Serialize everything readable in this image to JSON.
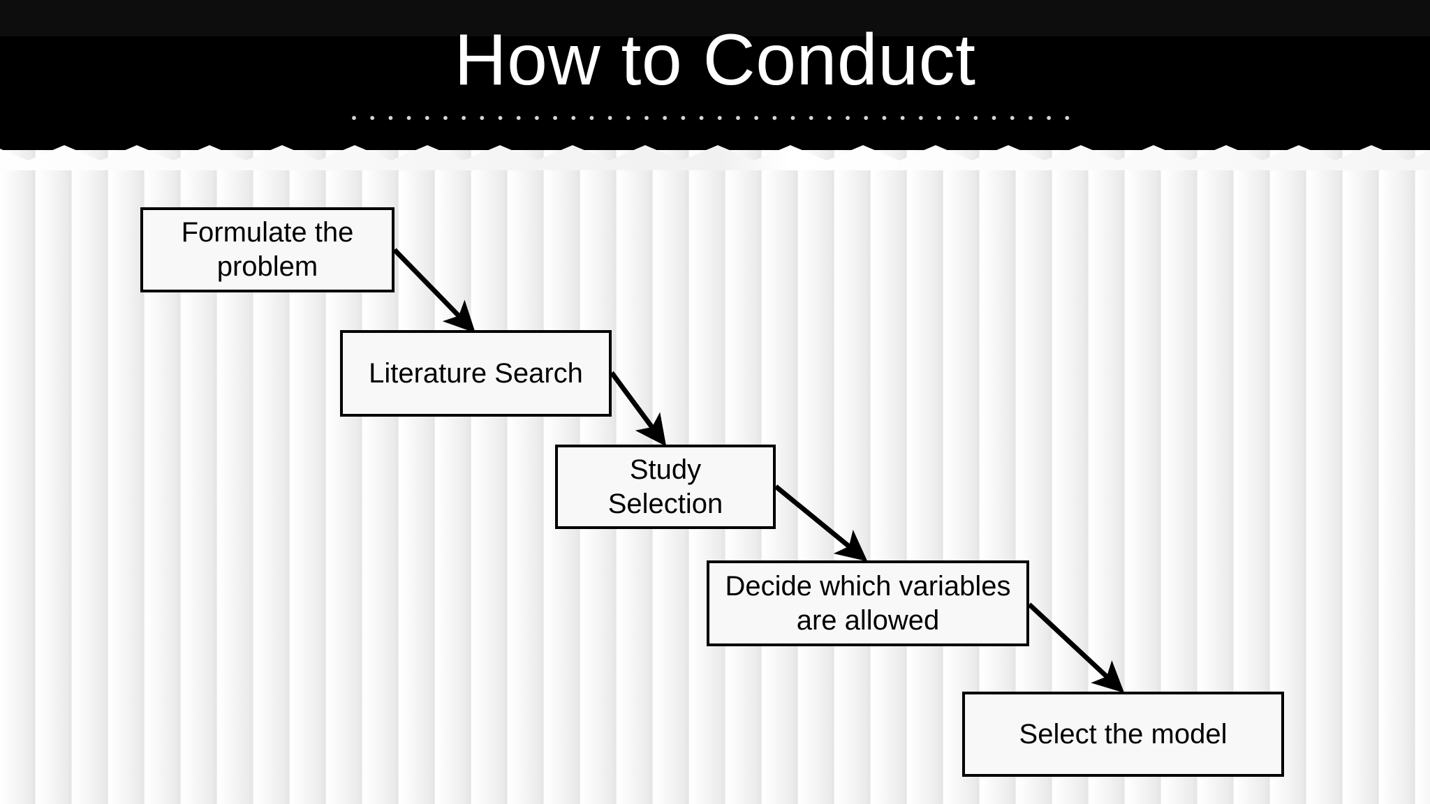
{
  "slide": {
    "title": "How to Conduct",
    "background_color": "#f7f7f7",
    "band_color": "#000000",
    "band_top_strip_color": "#0d0d0d",
    "title_color": "#ffffff",
    "dot_color": "#d4d8d4",
    "box_fill": "#f8f8f8",
    "box_border": "#000000",
    "arrow_color": "#000000"
  },
  "flowchart": {
    "type": "diagram",
    "orientation": "descending-staircase",
    "steps": [
      {
        "id": "formulate-the-problem",
        "label": "Formulate the\nproblem",
        "order": 1
      },
      {
        "id": "literature-search",
        "label": "Literature Search",
        "order": 2
      },
      {
        "id": "study-selection",
        "label": "Study\nSelection",
        "order": 3
      },
      {
        "id": "decide-which-variables",
        "label": "Decide which variables\nare allowed",
        "order": 4
      },
      {
        "id": "select-the-model",
        "label": "Select the model",
        "order": 5
      }
    ],
    "connections": [
      {
        "from": "formulate-the-problem",
        "to": "literature-search"
      },
      {
        "from": "literature-search",
        "to": "study-selection"
      },
      {
        "from": "study-selection",
        "to": "decide-which-variables"
      },
      {
        "from": "decide-which-variables",
        "to": "select-the-model"
      }
    ]
  }
}
